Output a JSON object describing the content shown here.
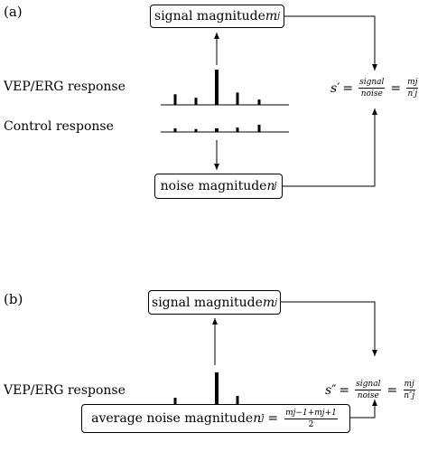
{
  "panel_a": {
    "label": "(a)",
    "signal_box": {
      "text": "signal magnitude ",
      "var": "m",
      "sub": "j"
    },
    "vep_label": "VEP/ERG response",
    "control_label": "Control response",
    "noise_box": {
      "text": "noise magnitude ",
      "var": "n",
      "sup": "′",
      "sub": "j"
    },
    "formula": {
      "lhs_var": "s",
      "lhs_mark": "′",
      "eq": "=",
      "frac1_num": "signal",
      "frac1_den": "noise",
      "frac2_num": "mj",
      "frac2_den": "n′j"
    },
    "vep_bars": [
      0.3,
      0.2,
      1.0,
      0.35,
      0.15
    ],
    "control_bars": [
      0.15,
      0.12,
      0.15,
      0.18,
      0.3
    ]
  },
  "panel_b": {
    "label": "(b)",
    "signal_box": {
      "text": "signal magnitude ",
      "var": "m",
      "sub": "j"
    },
    "vep_label": "VEP/ERG response",
    "noise_box": {
      "text": "average noise magnitude ",
      "var": "n",
      "sup": "″",
      "sub": "j",
      "eq": "=",
      "frac_num": "mj−1+mj+1",
      "frac_den": "2"
    },
    "formula": {
      "lhs_var": "s",
      "lhs_mark": "″",
      "eq": "=",
      "frac1_num": "signal",
      "frac1_den": "noise",
      "frac2_num": "mj",
      "frac2_den": "n″j"
    },
    "vep_bars": [
      0.3,
      0.12,
      1.0,
      0.35,
      0.12
    ]
  }
}
